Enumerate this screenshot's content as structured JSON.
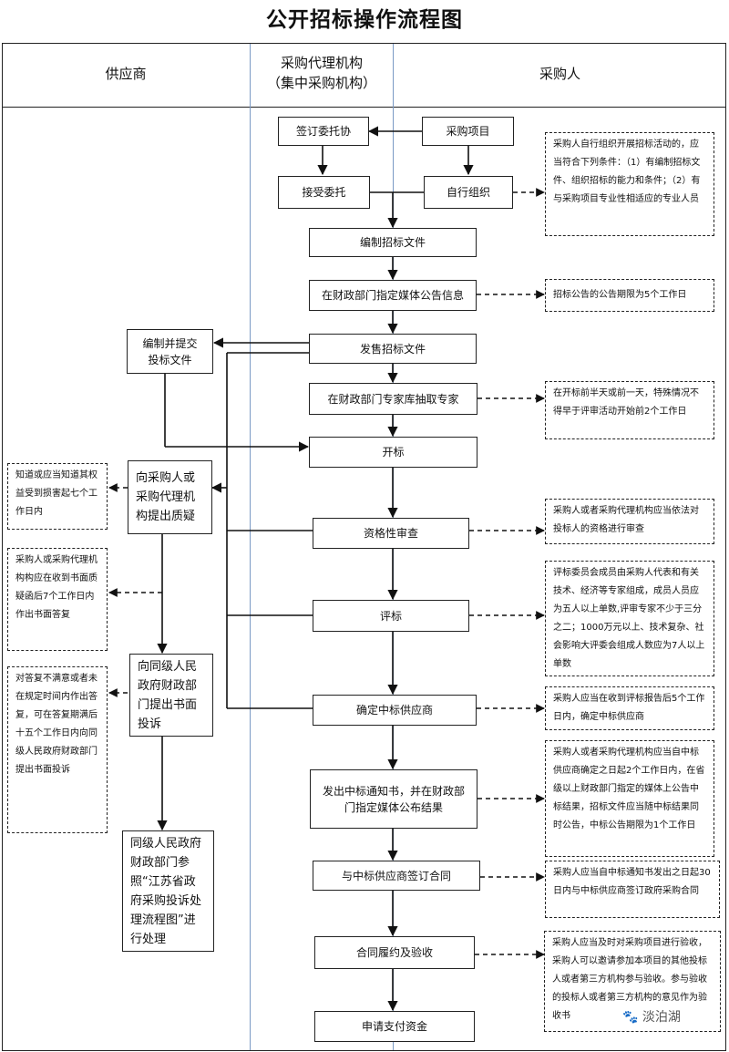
{
  "title": "公开招标操作流程图",
  "columns": {
    "supplier": "供应商",
    "agency_line1": "采购代理机构",
    "agency_line2": "（集中采购机构）",
    "purchaser": "采购人"
  },
  "boxes": {
    "sign_entrust": "签订委托协",
    "procurement_project": "采购项目",
    "accept_entrust": "接受委托",
    "self_organize": "自行组织",
    "prepare_docs": "编制招标文件",
    "announce": "在财政部门指定媒体公告信息",
    "sell_docs": "发售招标文件",
    "draw_experts": "在财政部门专家库抽取专家",
    "open_bids": "开标",
    "qualification": "资格性审查",
    "evaluate": "评标",
    "confirm_winner": "确定中标供应商",
    "notify_result": "发出中标通知书，并在财政部门指定媒体公布结果",
    "sign_contract": "与中标供应商签订合同",
    "perform_accept": "合同履约及验收",
    "apply_payment": "申请支付资金",
    "submit_bid": "编制并提交投标文件",
    "raise_query": "向采购人或采购代理机构提出质疑",
    "complain": "向同级人民政府财政部门提出书面投诉",
    "gov_handle": "同级人民政府财政部门参照“江苏省政府采购投诉处理流程图”进行处理"
  },
  "notes": {
    "self_org_conditions": "采购人自行组织开展招标活动的，应当符合下列条件：（1）有编制招标文件、组织招标的能力和条件；（2）有与采购项目专业性相适应的专业人员",
    "announce_period": "招标公告的公告期限为5个工作日",
    "expert_timing": "在开标前半天或前一天，特殊情况不得早于评审活动开始前2个工作日",
    "qualification_rule": "采购人或者采购代理机构应当依法对投标人的资格进行审查",
    "committee": "评标委员会成员由采购人代表和有关技术、经济等专家组成，成员人员应为五人以上单数,评审专家不少于三分之二；1000万元以上、技术复杂、社会影响大评委会组成人数应为7人以上单数",
    "confirm_timing": "采购人应当在收到评标报告后5个工作日内，确定中标供应商",
    "notify_timing": "采购人或者采购代理机构应当自中标供应商确定之日起2个工作日内，在省级以上财政部门指定的媒体上公告中标结果，招标文件应当随中标结果同时公告，中标公告期限为1个工作日",
    "contract_timing": "采购人应当自中标通知书发出之日起30日内与中标供应商签订政府采购合同",
    "acceptance": "采购人应当及时对采购项目进行验收，采购人可以邀请参加本项目的其他投标人或者第三方机构参与验收。参与验收的投标人或者第三方机构的意见作为验收书",
    "query_timing": "知道或应当知道其权益受到损害起七个工作日内",
    "reply_timing": "采购人或采购代理机构构应在收到书面质疑函后7个工作日内作出书面答复",
    "complaint_timing": "对答复不满意或者未在规定时间内作出答复，可在答复期满后十五个工作日内向同级人民政府财政部门提出书面投诉"
  },
  "watermark": "淡泊湖"
}
